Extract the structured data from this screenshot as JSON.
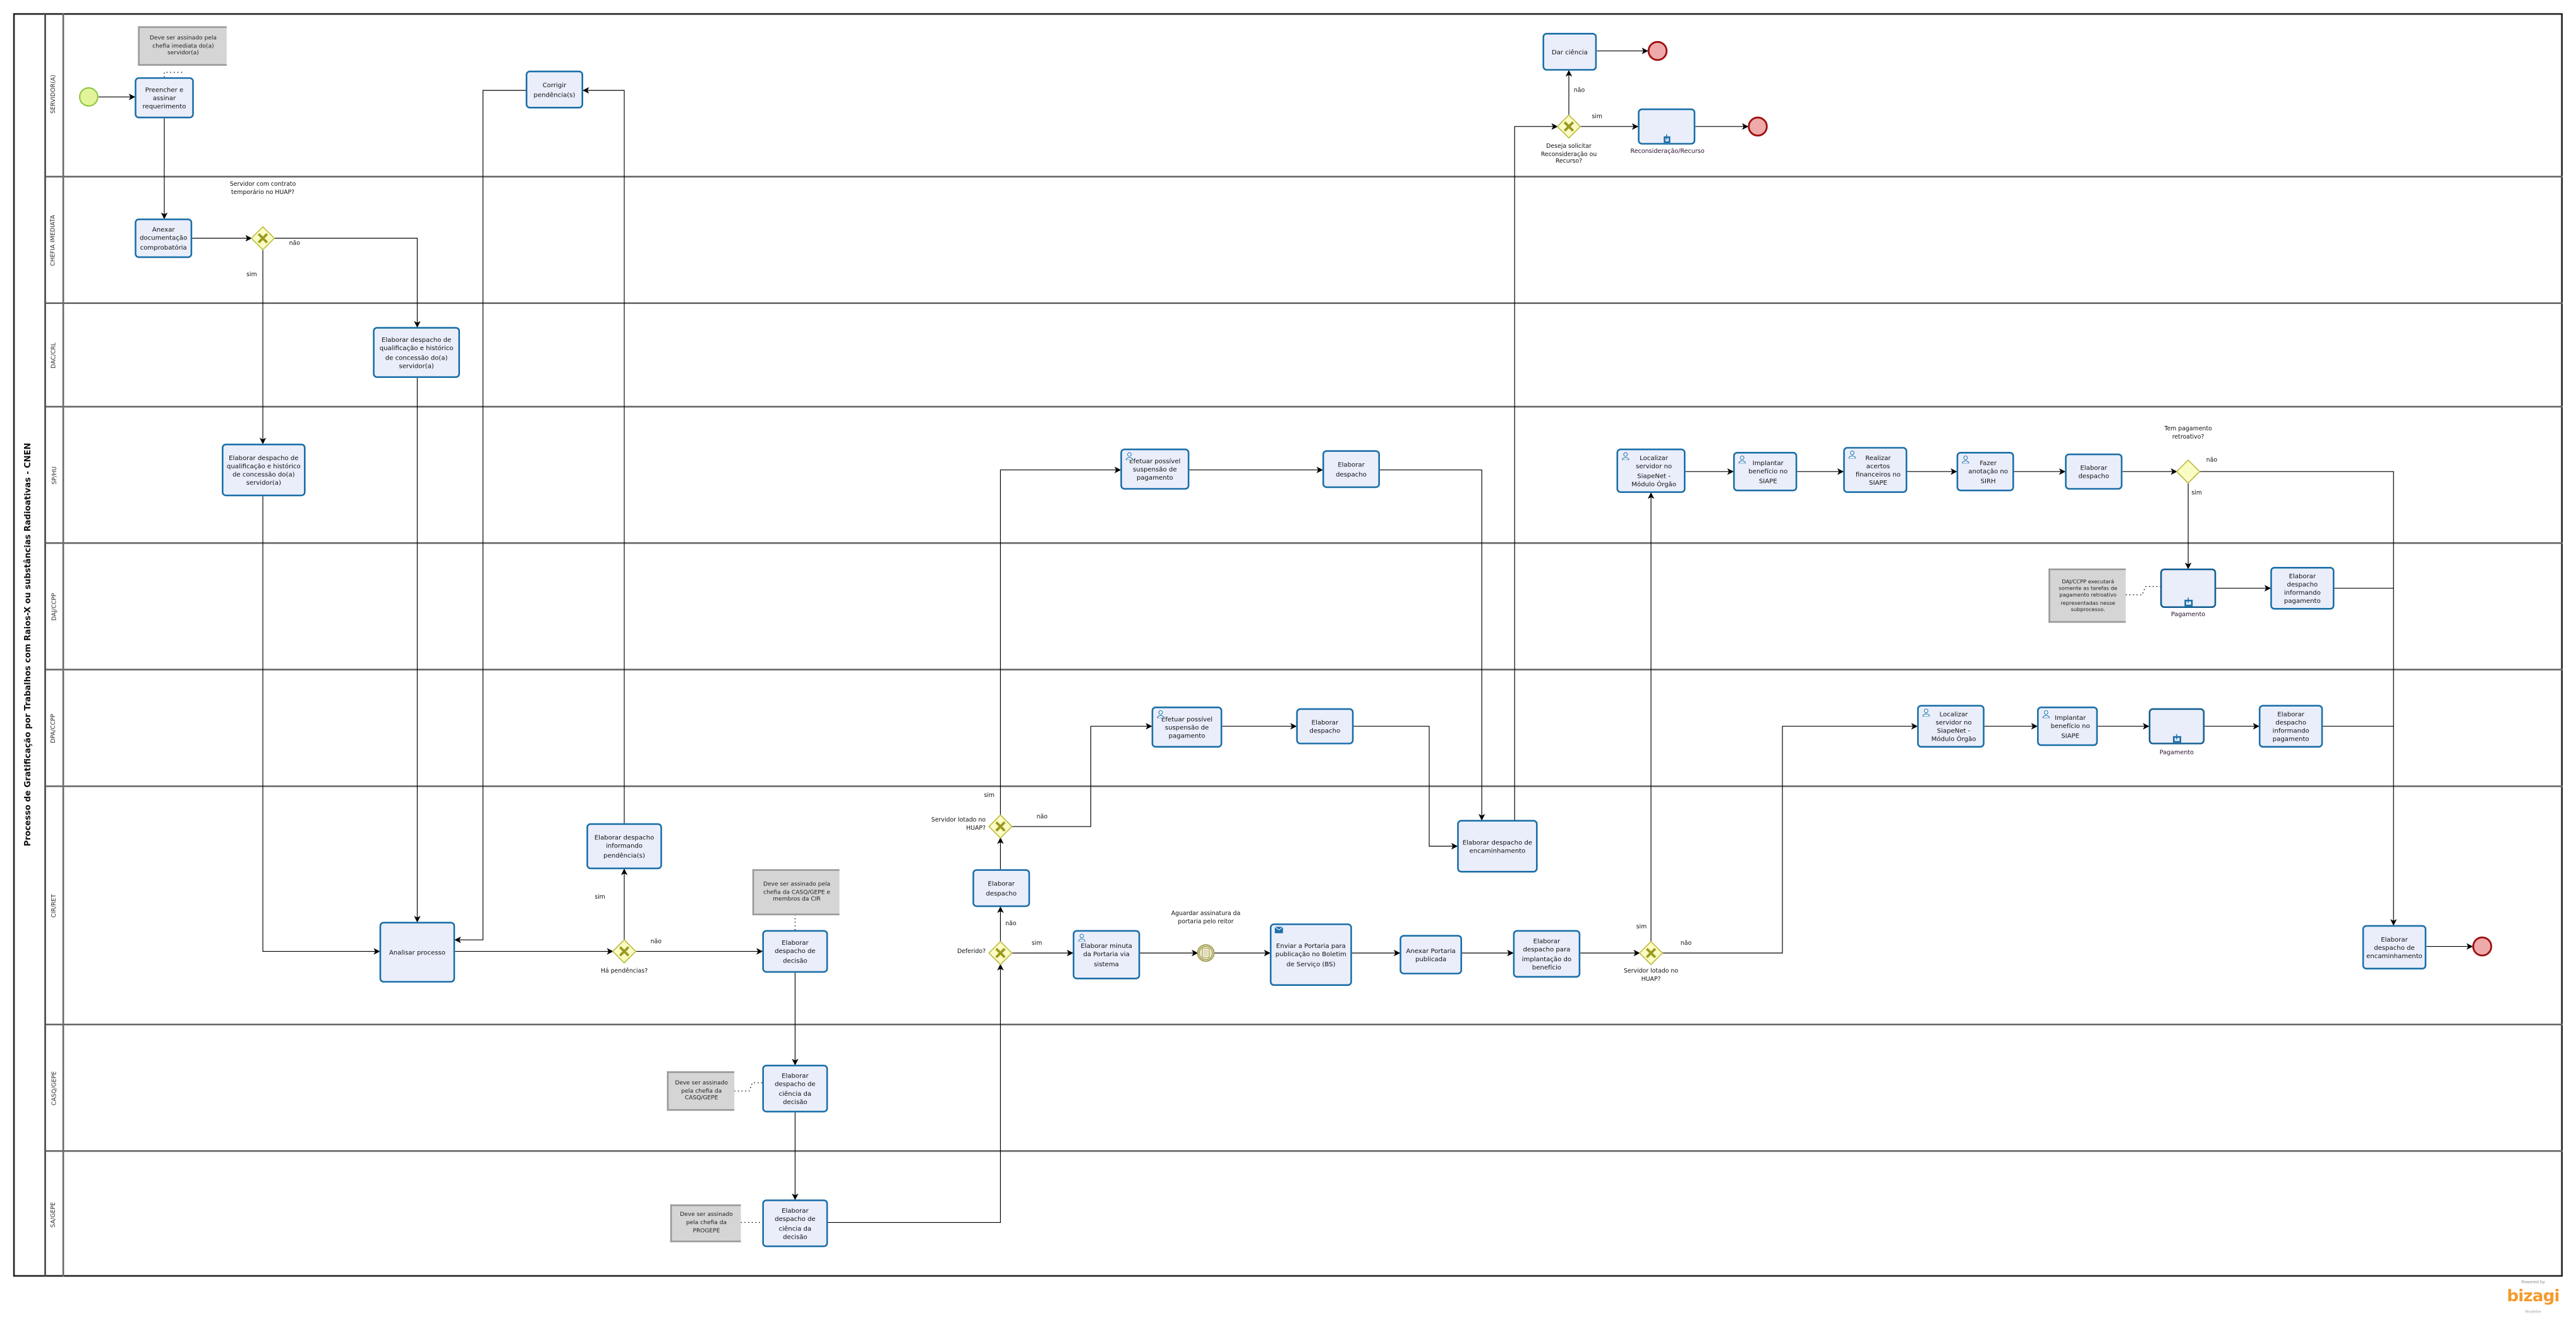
{
  "pool": {
    "title": "Processo de Gratificação por Trabalhos com Raios-X ou substâncias Radioativas - CNEN"
  },
  "lanes": [
    "SERVIDOR(A)",
    "CHEFIA IMEDIATA",
    "DAC/CRL",
    "SP/HU",
    "DAJ/CCPP",
    "DPA/CCPP",
    "CIR/RET",
    "CASQ/GEPE",
    "SA/GEPE"
  ],
  "tasks": {
    "preencher": "Preencher e assinar requerimento",
    "corrigir": "Corrigir pendência(s)",
    "dar_ciencia": "Dar ciência",
    "anexar_doc": "Anexar documentação comprobatória",
    "qualif_dac": "Elaborar despacho de qualificação e histórico de concessão do(a) servidor(a)",
    "qualif_sphu": "Elaborar despacho de qualificação e histórico de concessão do(a) servidor(a)",
    "suspensao_sphu": "Efetuar possível suspensão de pagamento",
    "despacho_sphu": "Elaborar despacho",
    "localizar_sphu": "Localizar servidor no SiapeNet - Módulo Órgão",
    "implantar_sphu": "Implantar benefício no SIAPE",
    "acertos_sphu": "Realizar acertos financeiros no SIAPE",
    "anotacao_sphu": "Fazer anotação no SIRH",
    "despacho2_sphu": "Elaborar despacho",
    "informando_pag_daj": "Elaborar despacho informando pagamento",
    "suspensao_dpa": "Efetuar possível suspensão de pagamento",
    "despacho_dpa": "Elaborar despacho",
    "localizar_dpa": "Localizar servidor no SiapeNet - Módulo Órgão",
    "implantar_dpa": "Implantar benefício no SIAPE",
    "informando_pag_dpa": "Elaborar despacho informando pagamento",
    "encaminhamento": "Elaborar despacho de encaminhamento",
    "pendencias": "Elaborar despacho informando pendência(s)",
    "analisar": "Analisar processo",
    "decisao": "Elaborar despacho de decisão",
    "despacho_cir": "Elaborar despacho",
    "minuta": "Elaborar minuta da Portaria via sistema",
    "enviar_portaria": "Enviar a Portaria para publicação no Boletim de Serviço (BS)",
    "anexar_portaria": "Anexar Portaria publicada",
    "implantacao": "Elaborar despacho para implantação do benefício",
    "encaminhamento_final": "Elaborar despacho de encaminhamento",
    "ciencia_casq": "Elaborar despacho de ciência da decisão",
    "ciencia_sa": "Elaborar despacho de ciência da decisão"
  },
  "subprocesses": {
    "recurso": "Reconsideração/Recurso",
    "pagamento_daj": "Pagamento",
    "pagamento_dpa": "Pagamento"
  },
  "gateways": {
    "contrato": "Servidor com contrato temporário no HUAP?",
    "reconsideracao": "Deseja solicitar Reconsideração ou Recurso?",
    "retroativo": "Tem pagamento retroativo?",
    "ha_pendencias": "Há pendências?",
    "lotado_1": "Servidor lotado no HUAP?",
    "deferido": "Deferido?",
    "lotado_2": "Servidor lotado no HUAP?"
  },
  "events": {
    "aguardar": "Aguardar assinatura da portaria pelo reitor"
  },
  "notes": {
    "chefia": "Deve ser assinado pela chefia imediata  do(a) servidor(a)",
    "cir": "Deve ser assinado pela chefia da CASQ/GEPE e membros da CIR",
    "casq": "Deve ser assinado pela chefia da CASQ/GEPE",
    "progepe": "Deve ser assinado pela chefia da PROGEPE",
    "daj": "DAJ/CCPP executará somente as tarefas de pagamento retroativo representadas nesse subprocesso."
  },
  "flow_labels": {
    "sim": "sim",
    "nao": "não"
  },
  "logo": {
    "powered": "Powered by",
    "brand": "bizagi",
    "product": "Modeler"
  },
  "colors": {
    "task_fill": "#eaeefb",
    "task_border": "#1b6fa8",
    "gateway_fill": "#fbfbc4",
    "gateway_border": "#b8b83a",
    "start": "#e2f49a",
    "end": "#eeaaaa",
    "note": "#d5d5d5"
  }
}
